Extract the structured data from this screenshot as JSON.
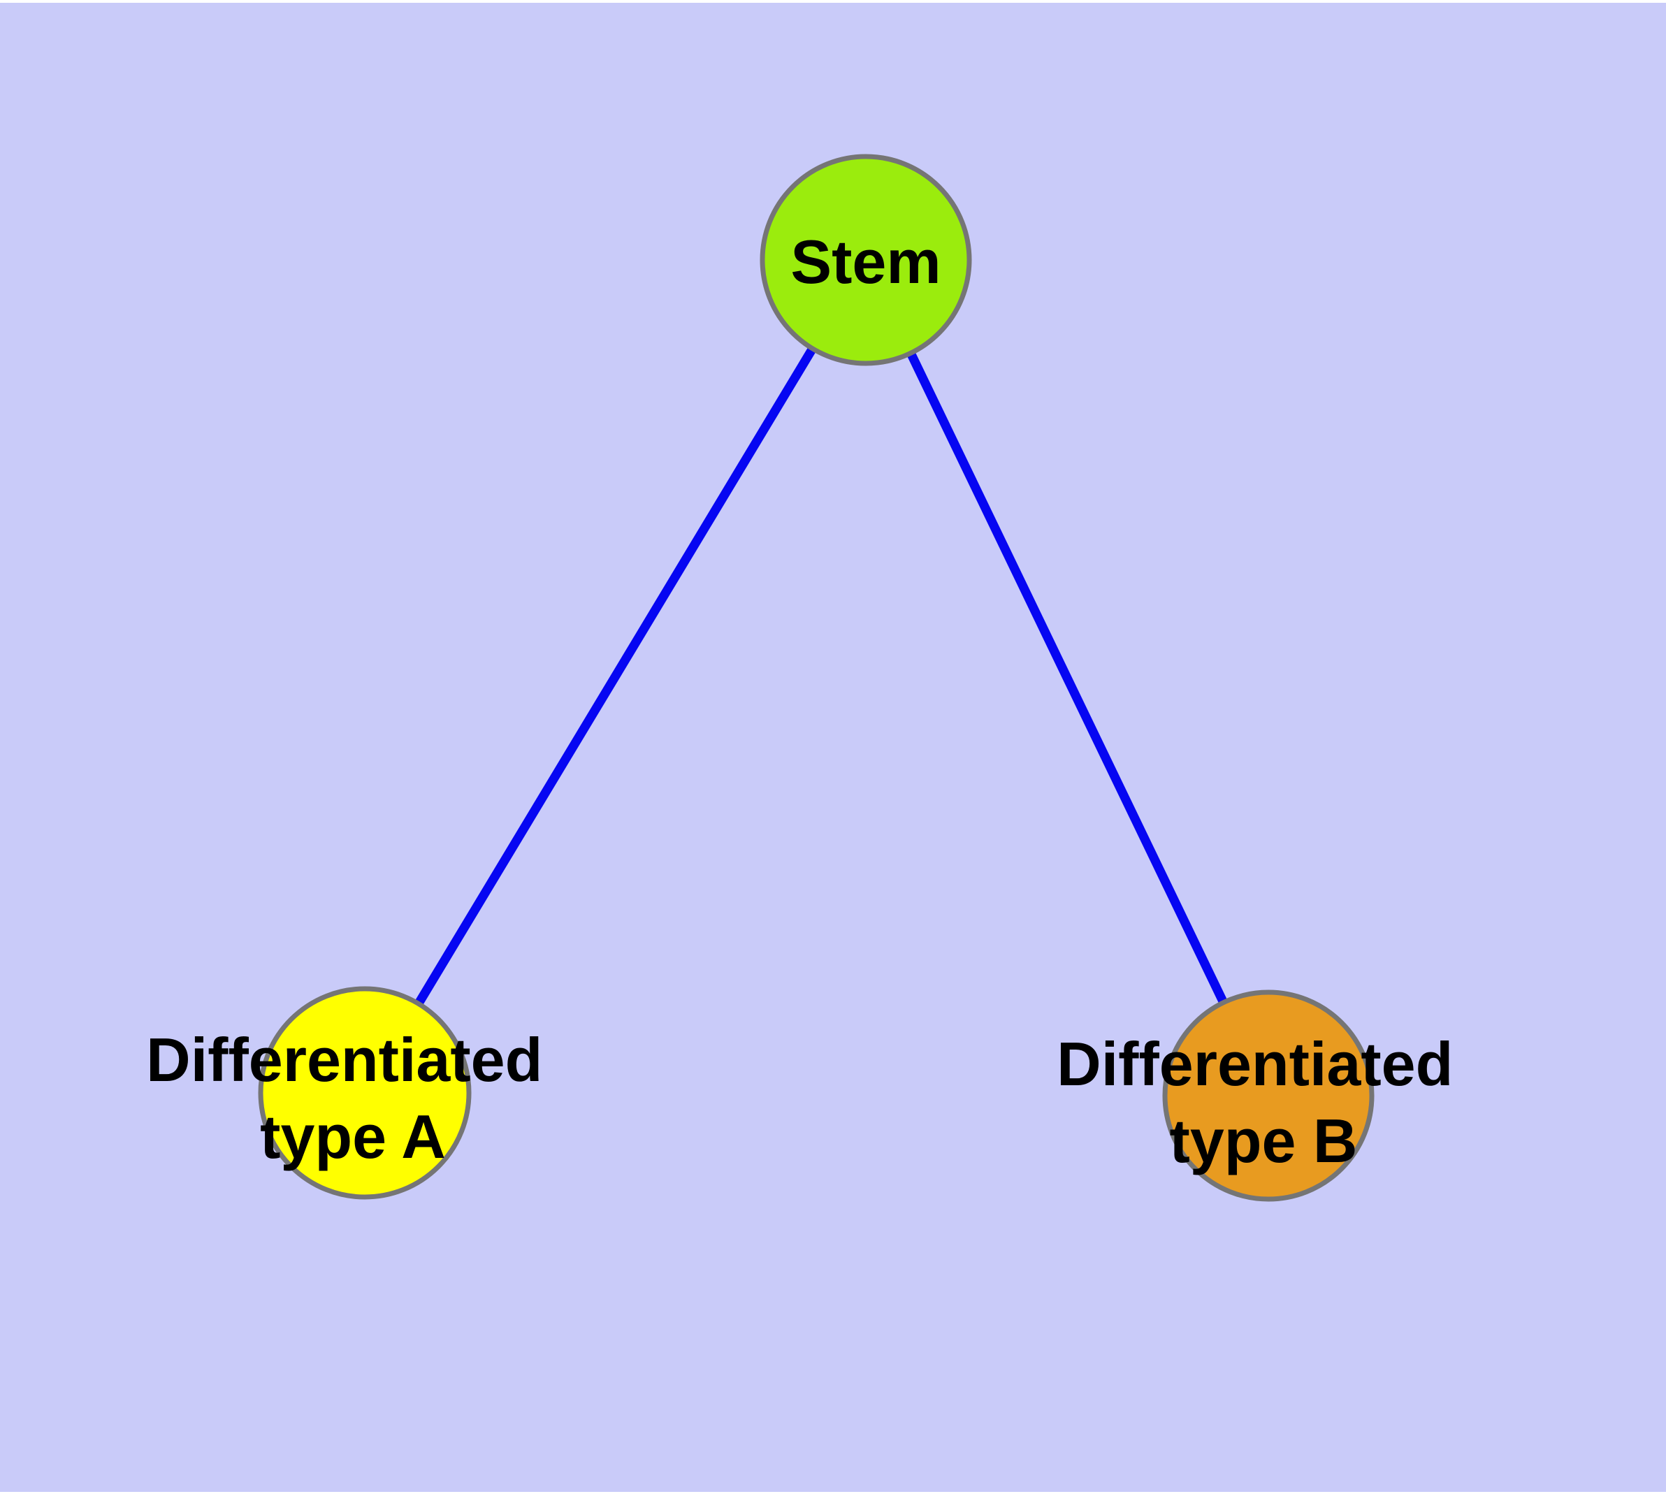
{
  "diagram": {
    "type": "network-graph",
    "background_color": "#c9cbf9",
    "edge_color": "#0606f2",
    "node_border_color": "#757575",
    "label_color": "#000000",
    "nodes": [
      {
        "id": "stem",
        "lines": [
          "Stem"
        ],
        "label": "Stem",
        "fill": "#9bec0d"
      },
      {
        "id": "differentiated-type-a",
        "lines": [
          "Differentiated",
          "type A"
        ],
        "label": "Differentiated type A",
        "fill": "#ffff00"
      },
      {
        "id": "differentiated-type-b",
        "lines": [
          "Differentiated",
          "type B"
        ],
        "label": "Differentiated type B",
        "fill": "#e89b20"
      }
    ],
    "edges": [
      {
        "from": "Stem",
        "to": "Differentiated type A"
      },
      {
        "from": "Stem",
        "to": "Differentiated type B"
      }
    ]
  }
}
